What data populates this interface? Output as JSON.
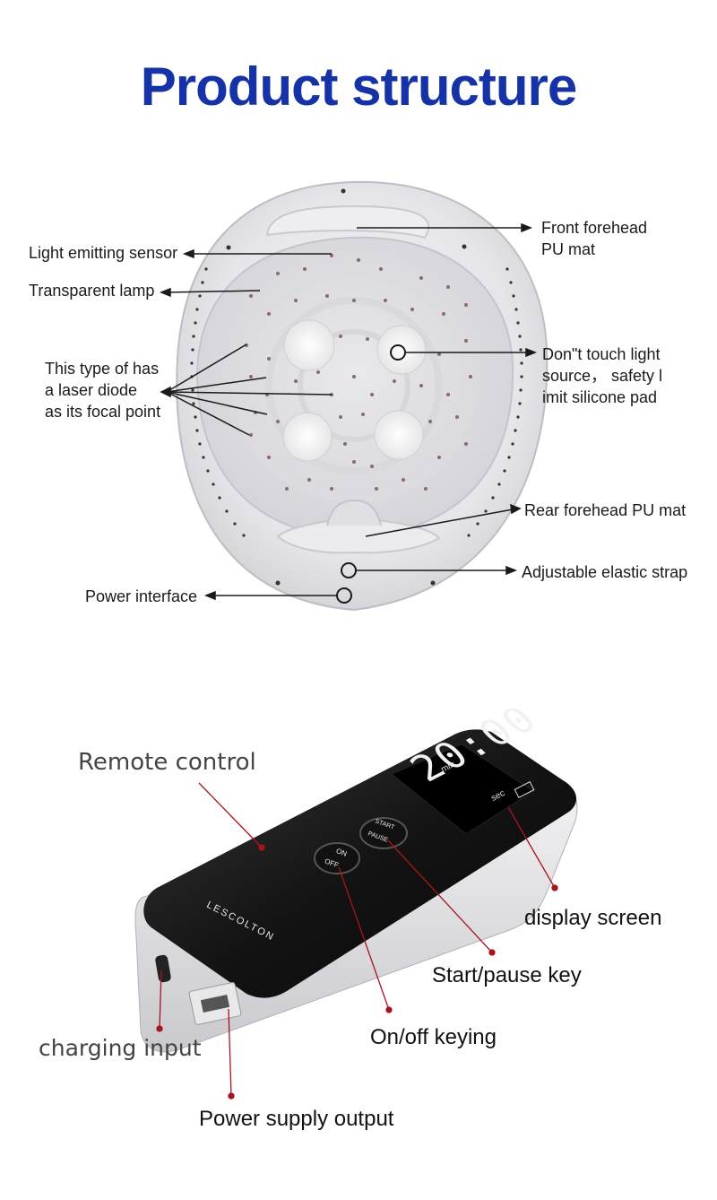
{
  "title": "Product structure",
  "helmet": {
    "labels": {
      "light_emitting_sensor": "Light emitting sensor",
      "transparent_lamp": "Transparent lamp",
      "laser_diode_line1": "This type of has",
      "laser_diode_line2": "a laser diode",
      "laser_diode_line3": "as its focal point",
      "power_interface": "Power interface",
      "front_pu_mat_line1": "Front forehead",
      "front_pu_mat_line2": "PU mat",
      "dont_touch_line1": "Don\"t touch light",
      "dont_touch_line2": "source， safety l",
      "dont_touch_line3": "imit silicone pad",
      "rear_pu_mat": "Rear forehead PU mat",
      "elastic_strap": "Adjustable elastic strap"
    }
  },
  "remote": {
    "labels": {
      "remote_control": "Remote control",
      "display_screen": "display screen",
      "start_pause_key": "Start/pause key",
      "on_off_keying": "On/off keying",
      "charging_input": "charging input",
      "power_supply_output": "Power supply output"
    },
    "device": {
      "brand": "LESCOLTON",
      "screen_time": "20:00",
      "screen_min": "min",
      "screen_sec": "sec",
      "start_label": "START",
      "pause_label": "PAUSE",
      "on_label": "ON",
      "off_label": "OFF"
    }
  },
  "colors": {
    "title": "#1533a6",
    "leader_dark": "#1a1a1a",
    "leader_red": "#a8141c"
  }
}
